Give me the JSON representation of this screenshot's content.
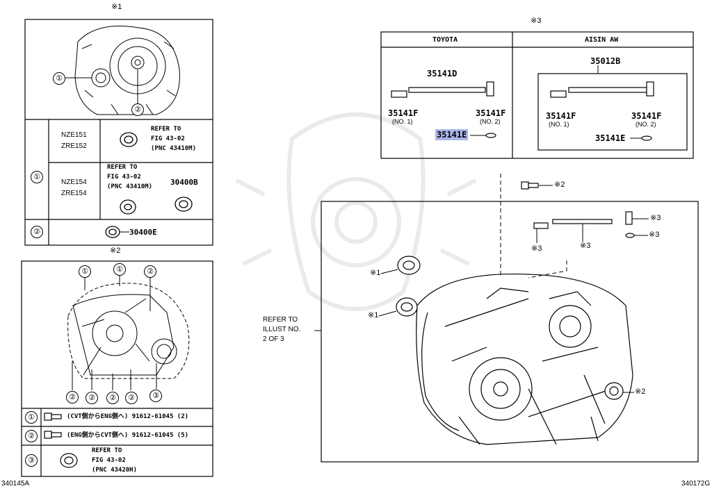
{
  "diagram": {
    "figure_codes": {
      "left": "340145A",
      "right": "340172G"
    },
    "box1": {
      "mark": "※1",
      "callouts": [
        "①",
        "②"
      ],
      "rows": [
        {
          "num": "①",
          "models_a": [
            "NZE151",
            "ZRE152"
          ],
          "ref_a": [
            "REFER TO",
            "FIG 43-02",
            "(PNC 43410M)"
          ],
          "models_b": [
            "NZE154",
            "ZRE154"
          ],
          "ref_b": [
            "REFER TO",
            "FIG 43-02",
            "(PNC 43410M)"
          ],
          "part_b": "30400B"
        },
        {
          "num": "②",
          "part": "30400E"
        }
      ]
    },
    "box2": {
      "mark": "※2",
      "callouts_top": [
        "①",
        "①",
        "②"
      ],
      "callouts_bottom": [
        "②",
        "②",
        "②",
        "②",
        "③"
      ],
      "rows": [
        {
          "num": "①",
          "text": "(CVT側からENG側へ) 91612-61045 (2)"
        },
        {
          "num": "②",
          "text": "(ENG側からCVT側へ) 91612-61045 (5)"
        },
        {
          "num": "③",
          "ref": [
            "REFER TO",
            "FIG 43-02",
            "(PNC 43420H)"
          ]
        }
      ]
    },
    "box3": {
      "mark": "※3",
      "col_toyota": "TOYOTA",
      "col_aisin": "AISIN AW",
      "toyota_parts": {
        "shaft": "35141D",
        "left": "35141F",
        "left_sub": "(NO. 1)",
        "right": "35141F",
        "right_sub": "(NO. 2)",
        "oring": "35141E"
      },
      "aisin_parts": {
        "set": "35012B",
        "left": "35141F",
        "left_sub": "(NO. 1)",
        "right": "35141F",
        "right_sub": "(NO. 2)",
        "oring": "35141E"
      }
    },
    "main": {
      "refer": [
        "REFER TO",
        "ILLUST NO.",
        "2 OF 3"
      ],
      "marks": {
        "bolt": "※2",
        "seal1": "※1",
        "seal2": "※1",
        "seal3": "※2",
        "shaft": "※3",
        "left_fitting": "※3",
        "right_fitting": "※3",
        "oring": "※3"
      }
    }
  }
}
